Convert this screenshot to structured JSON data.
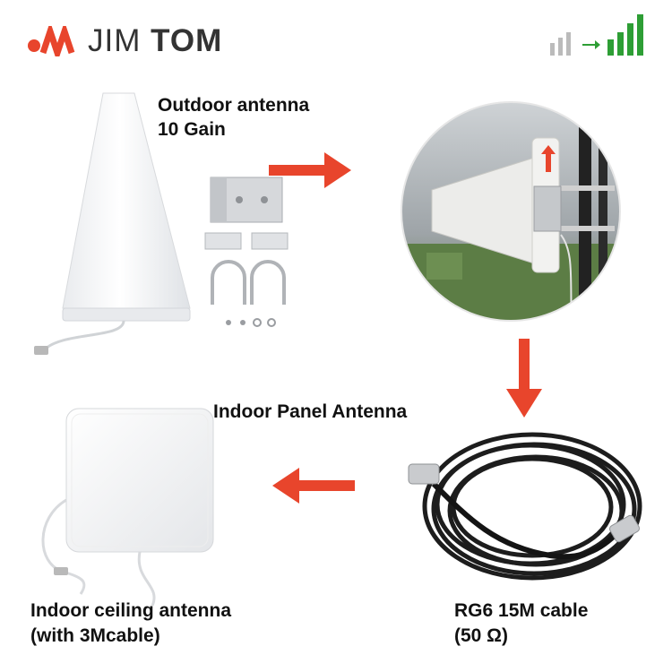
{
  "brand": {
    "name": "JIM TOM",
    "logo_color": "#e8452c",
    "text_color": "#333333"
  },
  "signal_icon": {
    "weak_color": "#bbbbbb",
    "strong_color": "#2e9e35"
  },
  "labels": {
    "outdoor_title": "Outdoor antenna",
    "outdoor_gain": "10 Gain",
    "indoor_panel": "Indoor Panel Antenna",
    "ceiling_line1": "Indoor ceiling antenna",
    "ceiling_line2": "(with 3Mcable)",
    "cable_line1": "RG6 15M cable",
    "cable_line2": "(50 Ω)"
  },
  "arrow_color": "#e8452c"
}
